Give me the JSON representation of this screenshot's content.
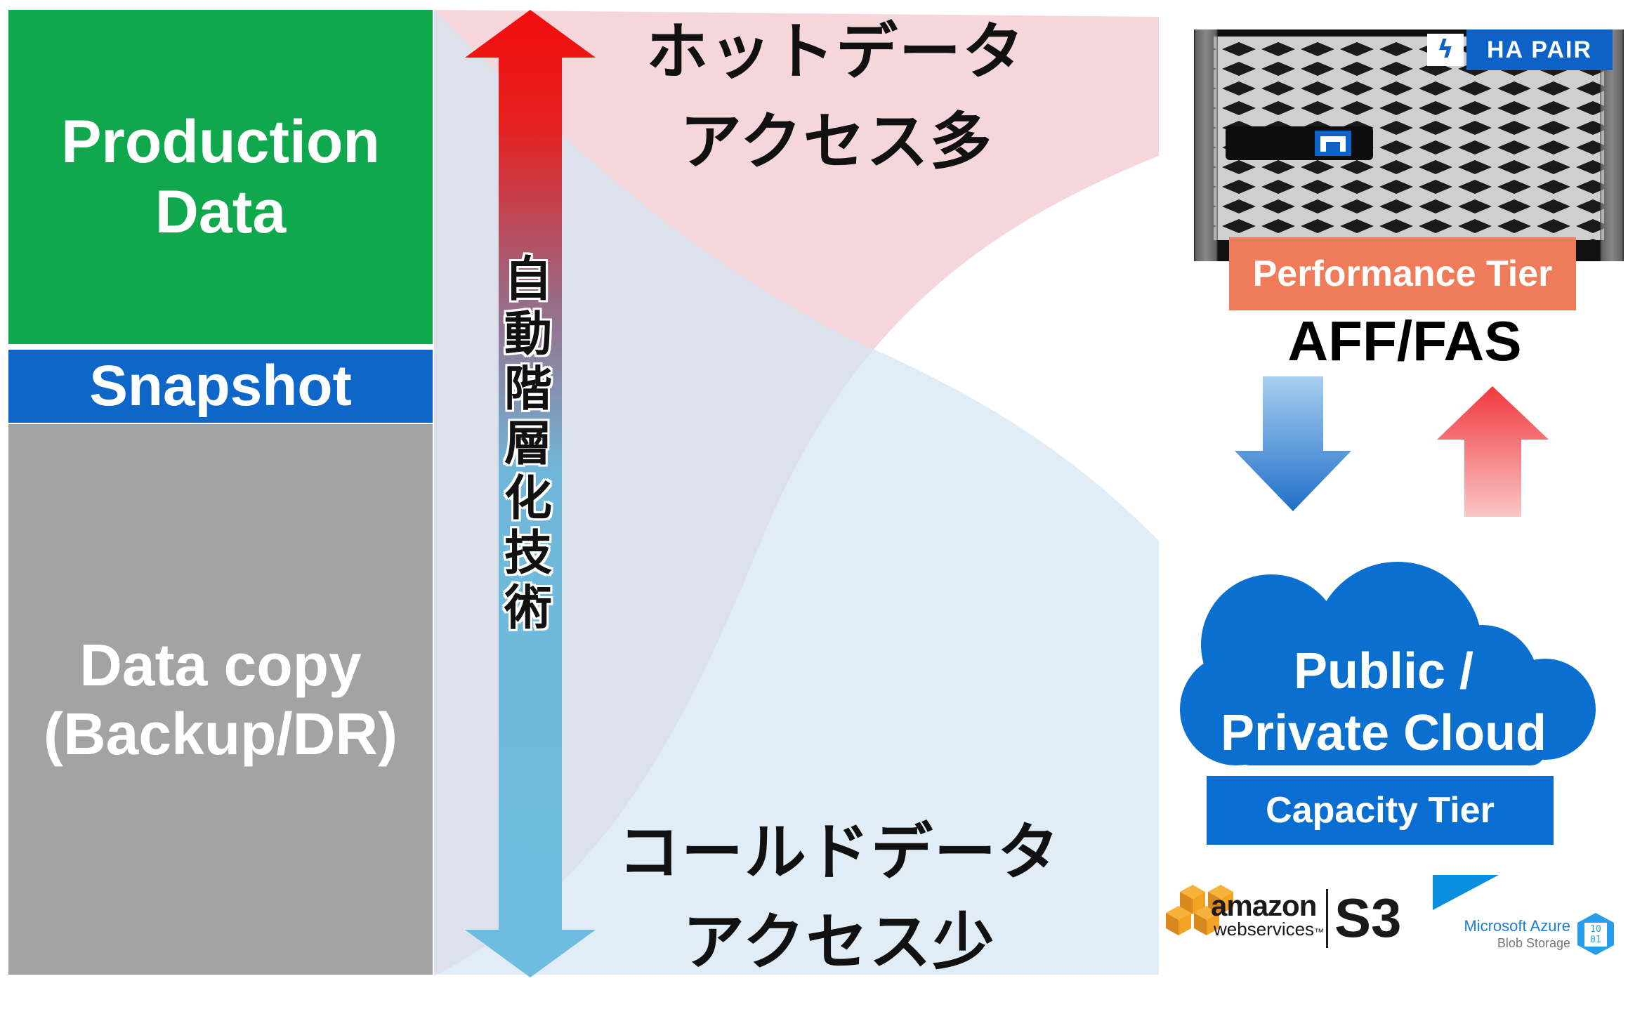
{
  "left_column": {
    "production": {
      "line1": "Production",
      "line2": "Data",
      "color": "#10a84c"
    },
    "snapshot": {
      "label": "Snapshot",
      "color": "#0e66c9"
    },
    "datacopy": {
      "line1": "Data copy",
      "line2": "(Backup/DR)",
      "color": "#a3a3a3"
    }
  },
  "middle": {
    "hot_line1": "ホットデータ",
    "hot_line2": "アクセス多",
    "cold_line1": "コールドデータ",
    "cold_line2": "アクセス少",
    "vertical_chars": [
      "自",
      "動",
      "階",
      "層",
      "化",
      "技",
      "術"
    ],
    "arrow_top_color": "#f01010",
    "arrow_bottom_color": "#6fbfe0",
    "hot_band_color": "#f2c9cf",
    "cold_band_color": "#d8e8f5"
  },
  "right": {
    "badge": "HA PAIR",
    "badge_icon": "lightning-bolt-icon",
    "performance_tier": "Performance Tier",
    "model": "AFF/FAS",
    "down_arrow_color": "#3d8ad6",
    "up_arrow_color": "#f66c72",
    "cloud_line1": "Public /",
    "cloud_line2": "Private Cloud",
    "cloud_color": "#0b6fcf",
    "capacity_tier": "Capacity Tier"
  },
  "logos": {
    "aws_word1": "amazon",
    "aws_word2": "webservices",
    "aws_tm": "™",
    "s3": "S3",
    "azure_line1": "Microsoft Azure",
    "azure_line2": "Blob Storage",
    "azure_icon_bits1": "10",
    "azure_icon_bits2": "01"
  }
}
